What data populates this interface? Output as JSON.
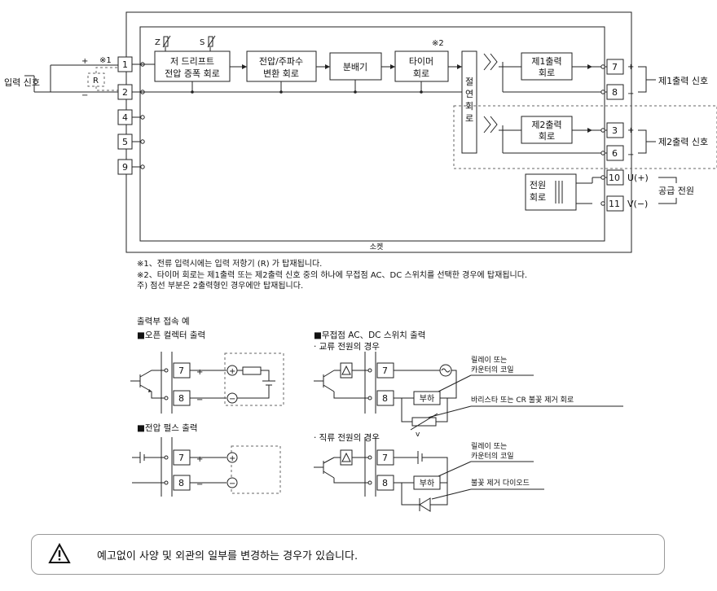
{
  "diagram": {
    "input_label": "입력 신호",
    "plus": "+",
    "minus": "−",
    "note_mark_1": "※1",
    "note_mark_2": "※2",
    "resistor": "R",
    "terminals_left": [
      "1",
      "2",
      "4",
      "5",
      "9"
    ],
    "adjusters": [
      "Z",
      "S"
    ],
    "blocks": {
      "drift": [
        "저 드리프트",
        "전압 증폭 회로"
      ],
      "converter": [
        "전압/주파수",
        "변환 회로"
      ],
      "divider": "분배기",
      "timer": [
        "타이머",
        "회로"
      ],
      "isolation": [
        "절",
        "연",
        "회",
        "로"
      ],
      "out1": [
        "제1출력",
        "회로"
      ],
      "out2": [
        "제2출력",
        "회로"
      ],
      "power": [
        "전원",
        "회로"
      ]
    },
    "terminals_right": [
      "7",
      "8",
      "3",
      "6",
      "10",
      "11"
    ],
    "out1_label": "제1출력 신호",
    "out2_label": "제2출력 신호",
    "u_label": "U(+)",
    "v_label": "V(−)",
    "supply_label": "공급 전원",
    "socket": "소켓"
  },
  "notes": [
    "※1、전류 입력시에는 입력 저항기 (R) 가 탑재됩니다.",
    "※2、타이머 회로는 제1출력 또는 제2출력 신호 중의 하나에 무접점 AC、DC 스위치를 선택한 경우에 탑재됩니다.",
    "주) 점선 부분은 2출력형인 경우에만 탑재됩니다."
  ],
  "examples": {
    "title": "출력부 접속 예",
    "open_collector": "■오픈 컬렉터 출력",
    "voltage_pulse": "■전압 펄스 출력",
    "ssr": "■무접점 AC、DC 스위치 출력",
    "ac_case": "· 교류 전원의 경우",
    "dc_case": "· 직류 전원의 경우",
    "relay1": [
      "릴레이 또는",
      "카운터의 코일"
    ],
    "varistor": "바리스타 또는 CR 불꽃 제거 회로",
    "relay2": [
      "릴레이 또는",
      "카운터의 코일"
    ],
    "diode": "불꽃 제거 다이오드",
    "load": "부하",
    "t7": "7",
    "t8": "8",
    "plus": "+",
    "minus": "−",
    "circle_plus": "+",
    "circle_minus": "−",
    "v_mark": "v"
  },
  "warning": {
    "icon": "warning-triangle-icon",
    "text": "예고없이 사양 및 외관의 일부를 변경하는 경우가 있습니다."
  }
}
